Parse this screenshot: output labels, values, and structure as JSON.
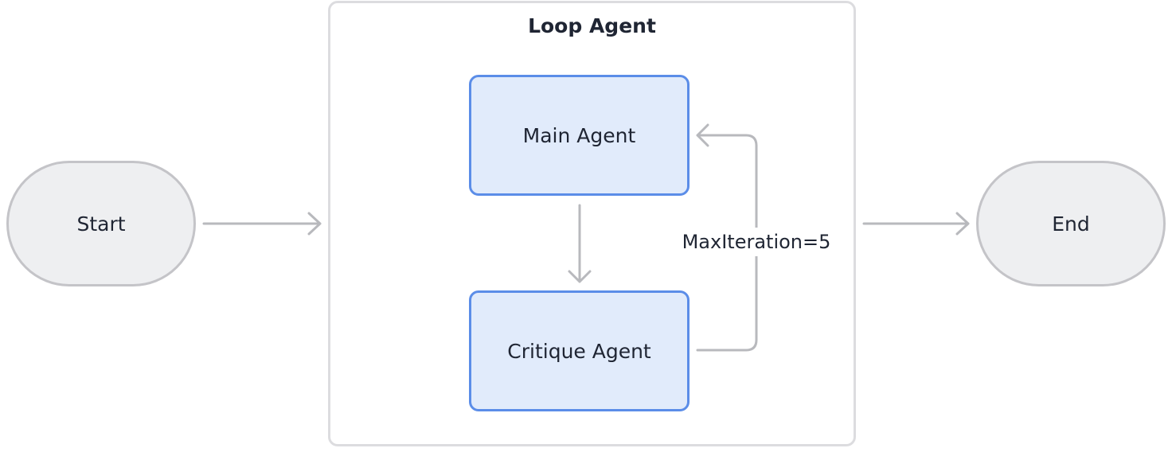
{
  "nodes": {
    "start": "Start",
    "end": "End",
    "loop_title": "Loop Agent",
    "main_agent": "Main Agent",
    "critique_agent": "Critique Agent"
  },
  "edges": {
    "loop_label": "MaxIteration=5"
  },
  "colors": {
    "terminal_fill": "#eeeff1",
    "terminal_stroke": "#c4c4c8",
    "agent_fill": "#e1ebfb",
    "agent_stroke": "#5b8de8",
    "container_stroke": "#dcdcdf",
    "arrow_stroke": "#b8b9bd"
  }
}
